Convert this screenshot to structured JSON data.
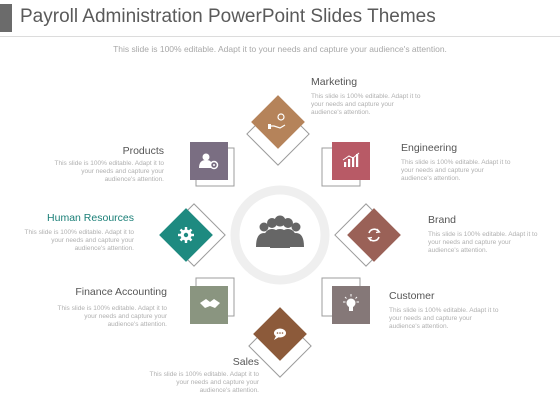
{
  "header": {
    "title": "Payroll Administration PowerPoint Slides Themes",
    "subtitle": "This slide is 100% editable. Adapt it to your needs and capture your audience's attention."
  },
  "colors": {
    "marketing": "#b5835a",
    "engineering": "#b85a66",
    "brand": "#9a6157",
    "customer": "#857878",
    "sales": "#8c5a3a",
    "finance": "#8a9580",
    "human_resources": "#1e8a80",
    "products": "#7a6e82",
    "ring": "#efefef",
    "people": "#666666"
  },
  "nodes": {
    "marketing": {
      "title": "Marketing",
      "desc_lines": [
        "This slide is 100% editable. Adapt it to",
        "your needs and capture your",
        "audience's attention."
      ],
      "icon": "hand-money-icon"
    },
    "engineering": {
      "title": "Engineering",
      "desc_lines": [
        "This slide is 100% editable. Adapt it to",
        "your needs and capture your",
        "audience's attention."
      ],
      "icon": "growth-chart-icon"
    },
    "brand": {
      "title": "Brand",
      "desc_lines": [
        "This slide is 100% editable. Adapt it to",
        "your needs and capture your",
        "audience's attention."
      ],
      "icon": "refresh-icon"
    },
    "customer": {
      "title": "Customer",
      "desc_lines": [
        "This slide is 100% editable. Adapt it to",
        "your needs and capture your",
        "audience's attention."
      ],
      "icon": "lightbulb-icon"
    },
    "sales": {
      "title": "Sales",
      "desc_lines": [
        "This slide is 100% editable. Adapt it to",
        "your needs and capture your",
        "audience's attention."
      ],
      "icon": "chat-bubble-icon"
    },
    "finance": {
      "title": "Finance Accounting",
      "desc_lines": [
        "This slide is 100% editable. Adapt it to",
        "your needs and capture your",
        "audience's attention."
      ],
      "icon": "handshake-icon"
    },
    "human_resources": {
      "title": "Human Resources",
      "desc_lines": [
        "This slide is 100% editable. Adapt it to",
        "your needs and capture your",
        "audience's attention."
      ],
      "icon": "gear-icon"
    },
    "products": {
      "title": "Products",
      "desc_lines": [
        "This slide is 100% editable. Adapt it to",
        "your needs and capture your",
        "audience's attention."
      ],
      "icon": "user-settings-icon"
    }
  },
  "center": {
    "icon": "people-group-icon"
  }
}
